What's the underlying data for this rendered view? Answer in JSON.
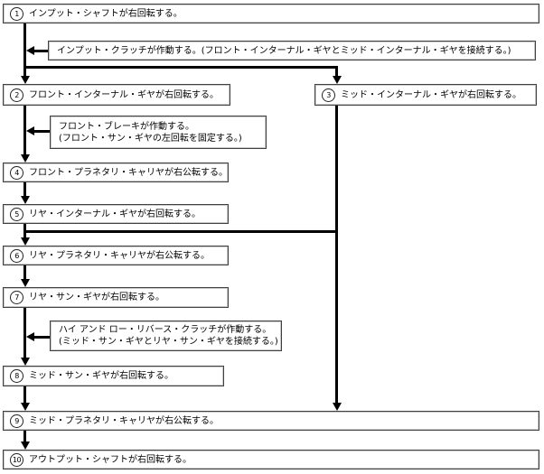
{
  "diagram": {
    "type": "flowchart",
    "language": "ja",
    "nodes": [
      {
        "num": "1",
        "label": "インプット・シャフトが右回転する。"
      },
      {
        "num": "2",
        "label": "フロント・インターナル・ギヤが右回転する。"
      },
      {
        "num": "3",
        "label": "ミッド・インターナル・ギヤが右回転する。"
      },
      {
        "num": "4",
        "label": "フロント・プラネタリ・キャリヤが右公転する。"
      },
      {
        "num": "5",
        "label": "リヤ・インターナル・ギヤが右回転する。"
      },
      {
        "num": "6",
        "label": "リヤ・プラネタリ・キャリヤが右公転する。"
      },
      {
        "num": "7",
        "label": "リヤ・サン・ギヤが右回転する。"
      },
      {
        "num": "8",
        "label": "ミッド・サン・ギヤが右回転する。"
      },
      {
        "num": "9",
        "label": "ミッド・プラネタリ・キャリヤが右公転する。"
      },
      {
        "num": "10",
        "label": "アウトプット・シャフトが右回転する。"
      }
    ],
    "notes": [
      {
        "id": "input-clutch",
        "lines": [
          "インプット・クラッチが作動する。(フロント・インターナル・ギヤとミッド・インターナル・ギヤを接続する。)"
        ]
      },
      {
        "id": "front-brake",
        "lines": [
          "フロント・ブレーキが作動する。",
          "(フロント・サン・ギヤの左回転を固定する。)"
        ]
      },
      {
        "id": "high-and-low-reverse-clutch",
        "lines": [
          "ハイ アンド ロー・リバース・クラッチが作動する。",
          "(ミッド・サン・ギヤとリヤ・サン・ギヤを接続する。)"
        ]
      }
    ],
    "edges": [
      "1->2",
      "1->3",
      "input-clutch->edge(1,2)",
      "2->4",
      "front-brake->edge(2,4)",
      "4->5",
      "5->6",
      "5->branch-right",
      "6->7",
      "7->8",
      "high-and-low-reverse-clutch->edge(7,8)",
      "8->9",
      "3->9",
      "9->10"
    ],
    "colors": {
      "background": "#ffffff",
      "line": "#000000",
      "box_border": "#404040",
      "text": "#000000"
    }
  }
}
